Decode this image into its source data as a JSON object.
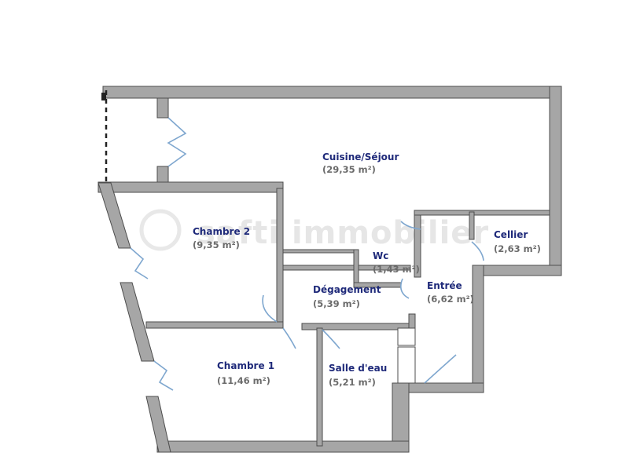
{
  "rooms": {
    "cuisine_sejour": {
      "name": "Cuisine/Séjour",
      "area": "(29,35 m²)"
    },
    "chambre_2": {
      "name": "Chambre 2",
      "area": "(9,35 m²)"
    },
    "cellier": {
      "name": "Cellier",
      "area": "(2,63 m²)"
    },
    "wc": {
      "name": "Wc",
      "area": "(1,43 m²)"
    },
    "degagement": {
      "name": "Dégagement",
      "area": "(5,39 m²)"
    },
    "entree": {
      "name": "Entrée",
      "area": "(6,62 m²)"
    },
    "chambre_1": {
      "name": "Chambre 1",
      "area": "(11,46 m²)"
    },
    "salle_deau": {
      "name": "Salle d'eau",
      "area": "(5,21 m²)"
    }
  },
  "watermark": {
    "text": "safti immobilier"
  },
  "colors": {
    "wall_fill": "#a6a6a6",
    "wall_stroke": "#4d4d4d",
    "room_name": "#1f2a7a",
    "room_area": "#6b6b6b",
    "door_swing": "#7fa7cf"
  }
}
